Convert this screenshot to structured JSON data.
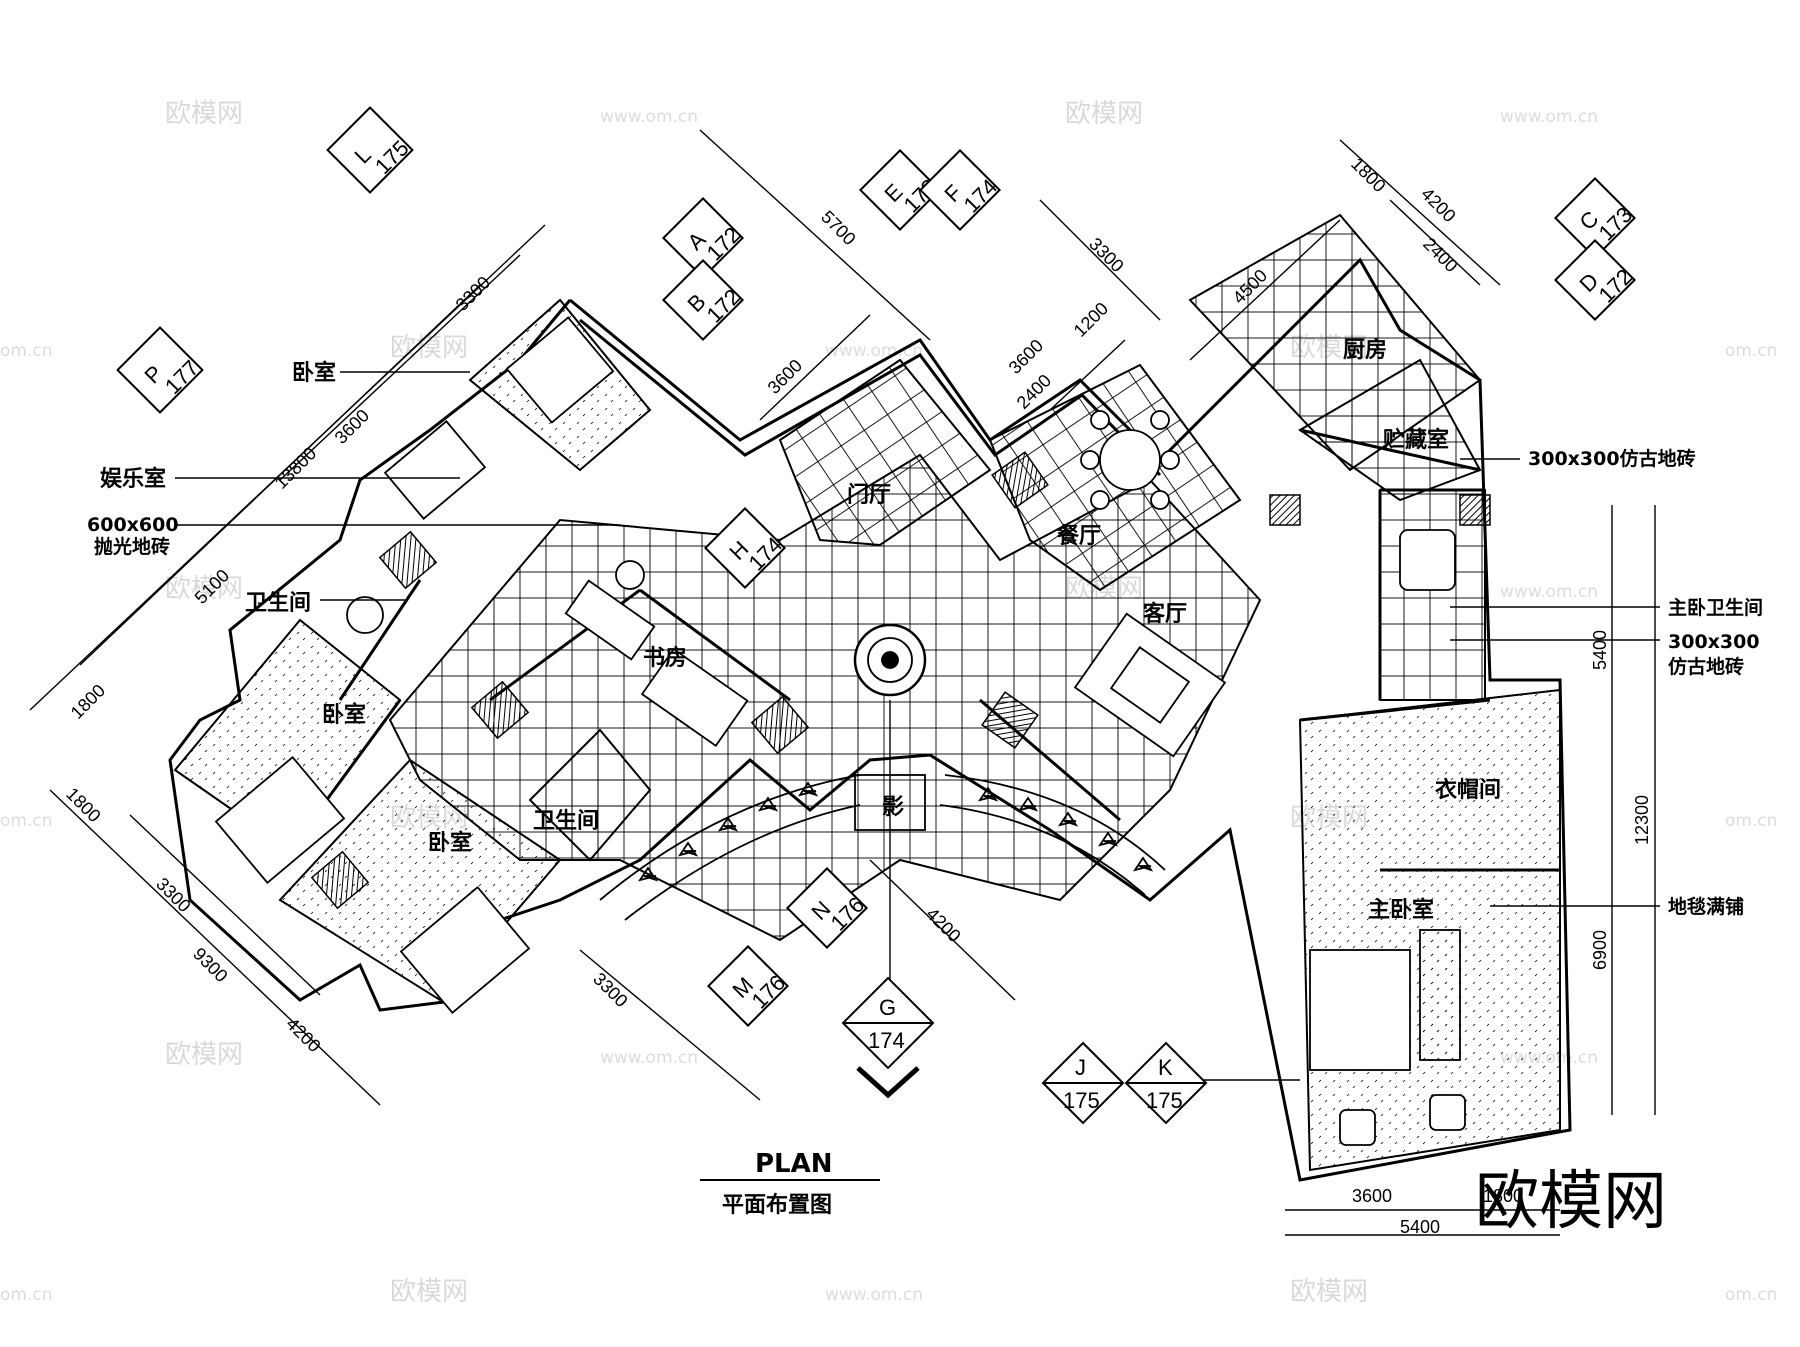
{
  "title": "PLAN",
  "subtitle": "平面布置图",
  "rooms": {
    "bedroom_1": "卧室",
    "entertainment": "娱乐室",
    "bathroom_1": "卫生间",
    "bedroom_2": "卧室",
    "bedroom_3": "卧室",
    "bathroom_2": "卫生间",
    "study": "书房",
    "foyer": "门厅",
    "dining": "餐厅",
    "living": "客厅",
    "kitchen": "厨房",
    "storage": "贮藏室",
    "closet": "衣帽间",
    "master_bedroom": "主卧室",
    "screen": "影"
  },
  "notes": {
    "tile_600_a": "600x600",
    "tile_600_b": "抛光地砖",
    "tile_300_1": "300x300仿古地砖",
    "master_bath": "主卧卫生间",
    "tile_300_2a": "300x300",
    "tile_300_2b": "仿古地砖",
    "carpet": "地毯满铺"
  },
  "dimensions": {
    "d3300_top": "3300",
    "d3600_left": "3600",
    "d13800": "13800",
    "d5100": "5100",
    "d1800_left": "1800",
    "d5700": "5700",
    "d3600_mid": "3600",
    "d3300_mid": "3300",
    "d3600_r": "3600",
    "d1200": "1200",
    "d2400_a": "2400",
    "d4500": "4500",
    "d1800_top": "1800",
    "d4200_top": "4200",
    "d2400_b": "2400",
    "d5400_v": "5400",
    "d12300": "12300",
    "d6900": "6900",
    "d1800_bl": "1800",
    "d3300_bl": "3300",
    "d9300": "9300",
    "d4200_bl": "4200",
    "d3300_bottom": "3300",
    "d4200_bottom": "4200",
    "d3600_bottom": "3600",
    "d1800_bottom": "1800",
    "d5400_bottom": "5400"
  },
  "section_tags": {
    "L": {
      "letter": "L",
      "num": "175"
    },
    "P": {
      "letter": "P",
      "num": "177"
    },
    "A": {
      "letter": "A",
      "num": "172"
    },
    "B": {
      "letter": "B",
      "num": "172"
    },
    "E": {
      "letter": "E",
      "num": "173"
    },
    "F": {
      "letter": "F",
      "num": "174"
    },
    "C": {
      "letter": "C",
      "num": "173"
    },
    "D": {
      "letter": "D",
      "num": "172"
    },
    "H": {
      "letter": "H",
      "num": "174"
    },
    "N": {
      "letter": "N",
      "num": "176"
    },
    "M": {
      "letter": "M",
      "num": "176"
    },
    "G": {
      "letter": "G",
      "num": "174"
    },
    "J": {
      "letter": "J",
      "num": "175"
    },
    "K": {
      "letter": "K",
      "num": "175"
    }
  },
  "watermarks": {
    "brand": "欧模网",
    "url": "www.om.cn",
    "url_short": "om.cn",
    "big": "欧模网"
  },
  "colors": {
    "line": "#000000",
    "watermark": "#d9d9d9",
    "background": "#ffffff"
  }
}
